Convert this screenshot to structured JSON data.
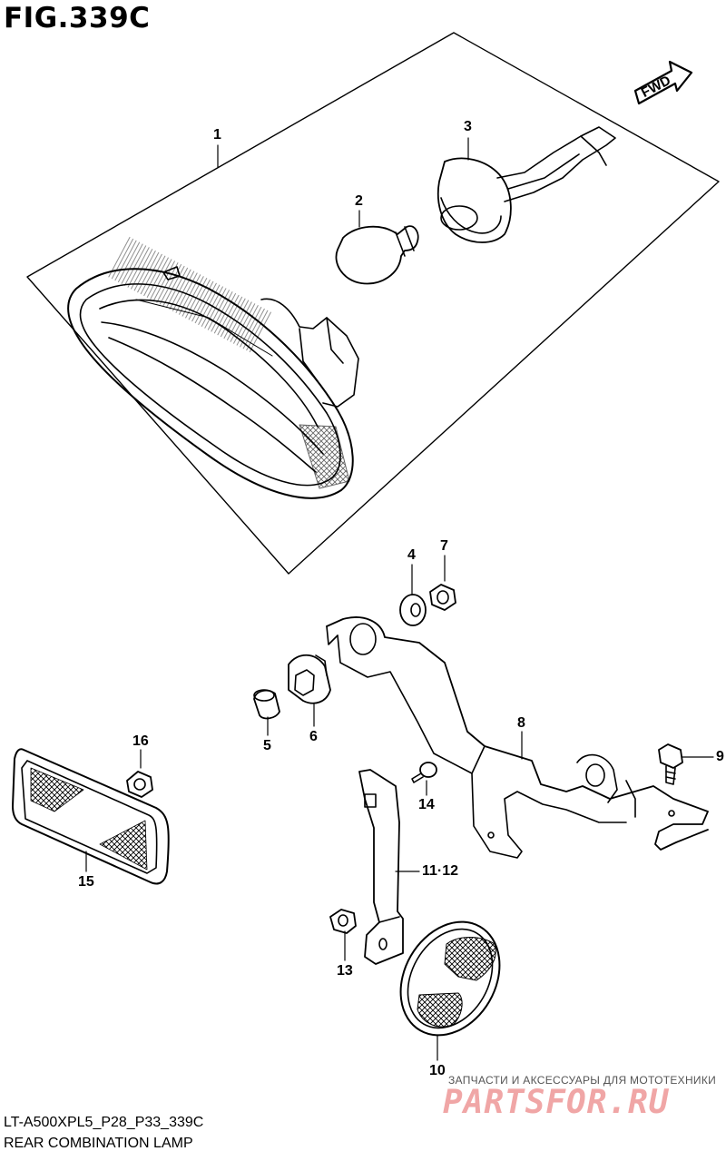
{
  "figure": {
    "title": "FIG.339C",
    "model_code": "LT-A500XPL5_P28_P33_339C",
    "caption": "REAR COMBINATION LAMP"
  },
  "direction_arrow": {
    "label": "FWD",
    "icon": "fwd-arrow-icon"
  },
  "parts": [
    {
      "ref": "1",
      "part": "rear-combination-lamp"
    },
    {
      "ref": "2",
      "part": "bulb"
    },
    {
      "ref": "3",
      "part": "bulb-socket"
    },
    {
      "ref": "4",
      "part": "washer"
    },
    {
      "ref": "5",
      "part": "spacer"
    },
    {
      "ref": "6",
      "part": "cushion"
    },
    {
      "ref": "7",
      "part": "nut"
    },
    {
      "ref": "8",
      "part": "lamp-bracket"
    },
    {
      "ref": "9",
      "part": "bolt"
    },
    {
      "ref": "10",
      "part": "round-reflector"
    },
    {
      "ref": "11·12",
      "part": "reflector-bracket"
    },
    {
      "ref": "13",
      "part": "nut"
    },
    {
      "ref": "14",
      "part": "screw"
    },
    {
      "ref": "15",
      "part": "rectangular-reflector"
    },
    {
      "ref": "16",
      "part": "nut"
    }
  ],
  "watermark": {
    "tagline": "ЗАПЧАСТИ И АКСЕССУАРЫ ДЛЯ МОТОТЕХНИКИ",
    "logo": "PARTSFOR.RU"
  }
}
